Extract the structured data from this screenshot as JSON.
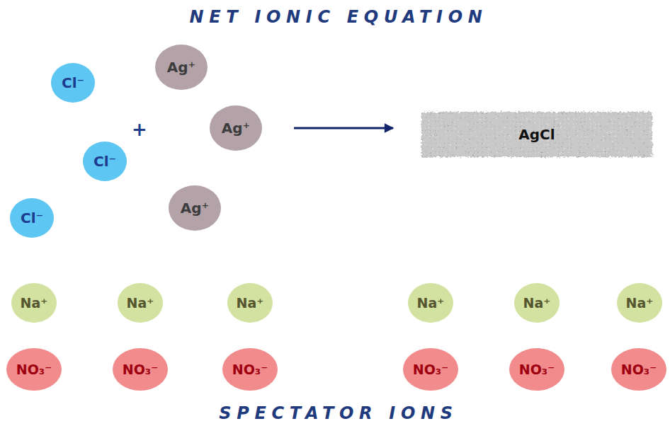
{
  "diagram": {
    "title": "NET IONIC EQUATION",
    "caption": "SPECTATOR IONS",
    "nodes": [
      {
        "text": [
          "Cl⁻"
        ]
      },
      {
        "text": [
          "Ag⁺"
        ]
      },
      {
        "text": [
          "Ag⁺"
        ]
      },
      {
        "text": [
          "AgCl"
        ]
      },
      {
        "text": [
          "Cl⁻"
        ]
      },
      {
        "text": [
          "Ag⁺"
        ]
      },
      {
        "text": [
          "Cl⁻"
        ]
      },
      {
        "text": [
          "Na⁺"
        ]
      },
      {
        "text": [
          "Na⁺"
        ]
      },
      {
        "text": [
          "Na⁺"
        ]
      },
      {
        "text": [
          "Na⁺"
        ]
      },
      {
        "text": [
          "Na⁺"
        ]
      },
      {
        "text": [
          "Na⁺"
        ]
      },
      {
        "text": [
          "NO₃⁻"
        ]
      },
      {
        "text": [
          "NO₃⁻"
        ]
      },
      {
        "text": [
          "NO₃⁻"
        ]
      },
      {
        "text": [
          "NO₃⁻"
        ]
      },
      {
        "text": [
          "NO₃⁻"
        ]
      },
      {
        "text": [
          "NO₃⁻"
        ]
      }
    ],
    "edges": [
      {
        "from": 2,
        "to": 3,
        "arrow": "to"
      }
    ],
    "labels": [
      "+"
    ]
  }
}
